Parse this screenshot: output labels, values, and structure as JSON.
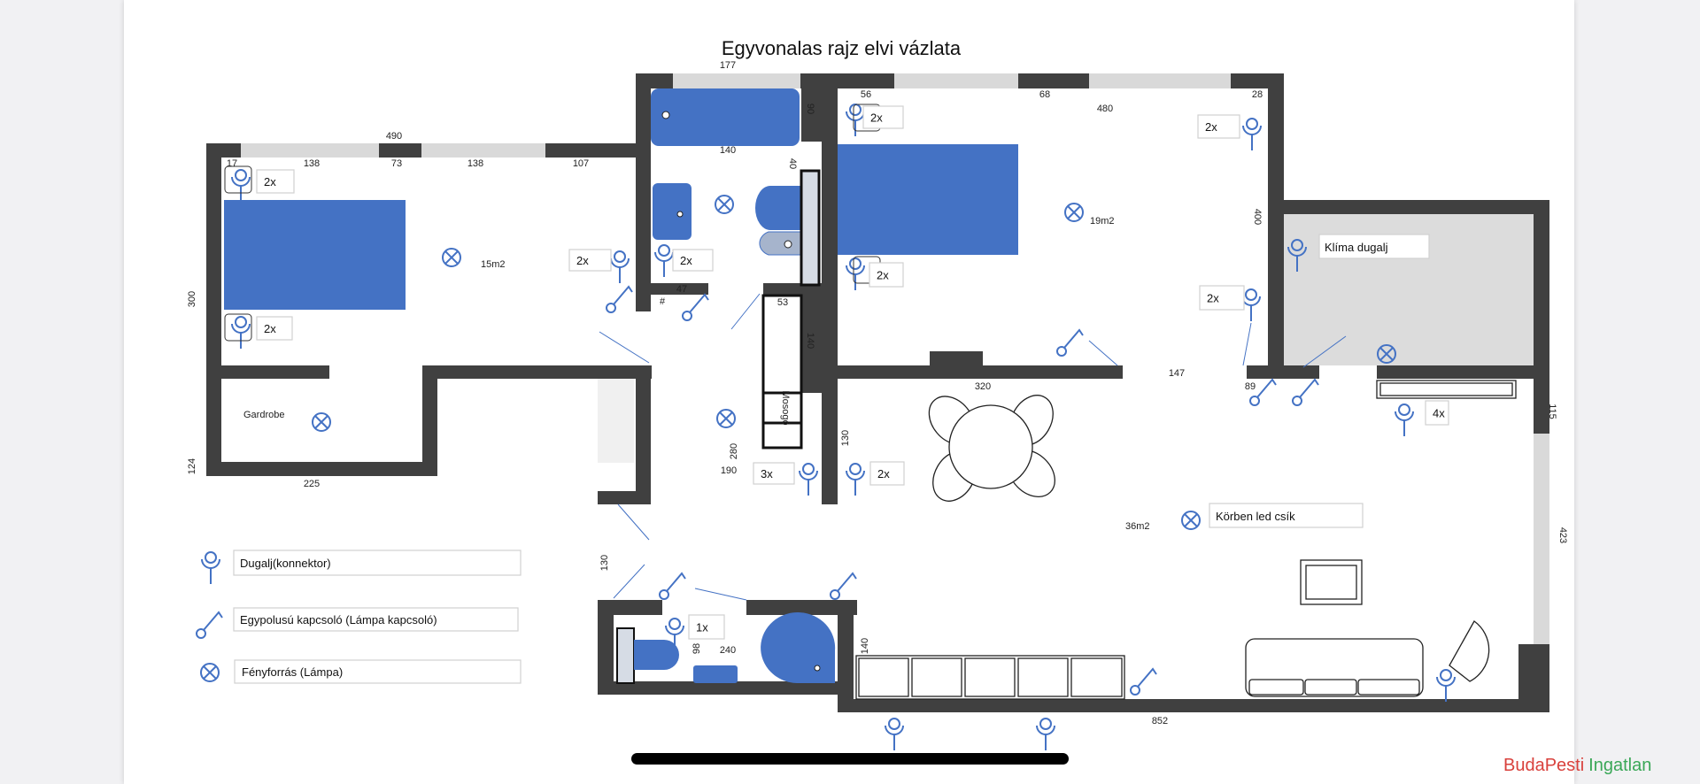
{
  "title": "Egyvonalas rajz elvi vázlata",
  "dimensions": [
    "177",
    "490",
    "17",
    "138",
    "73",
    "138",
    "107",
    "90",
    "140",
    "40",
    "47",
    "#",
    "53",
    "140",
    "56",
    "68",
    "480",
    "28",
    "400",
    "300",
    "320",
    "147",
    "89",
    "115",
    "124",
    "225",
    "280",
    "190",
    "130",
    "130",
    "98",
    "240",
    "140",
    "852",
    "423"
  ],
  "rooms": {
    "bedroom_left_area": "15m2",
    "bedroom_right_area": "19m2",
    "living_area": "36m2",
    "gardrobe": "Gardrobe",
    "sink_label": "Mosogó"
  },
  "socket_counts": [
    "2x",
    "2x",
    "2x",
    "2x",
    "2x",
    "2x",
    "2x",
    "2x",
    "3x",
    "2x",
    "1x",
    "4x"
  ],
  "notes": {
    "klima": "Klíma dugalj",
    "led": "Körben led csík"
  },
  "legend": [
    {
      "icon": "socket-icon",
      "label": "Dugalj(konnektor)"
    },
    {
      "icon": "switch-icon",
      "label": "Egypolusú kapcsoló  (Lámpa kapcsoló)"
    },
    {
      "icon": "lamp-icon",
      "label": "Fényforrás   (Lámpa)"
    }
  ],
  "watermark": {
    "part1": "BudaPesti",
    "part2": "Ingatlan",
    "color1": "#d9413c",
    "color2": "#3aa757"
  },
  "colors": {
    "wall": "#404040",
    "furniture": "#4472c4",
    "symbol": "#4472c4"
  }
}
